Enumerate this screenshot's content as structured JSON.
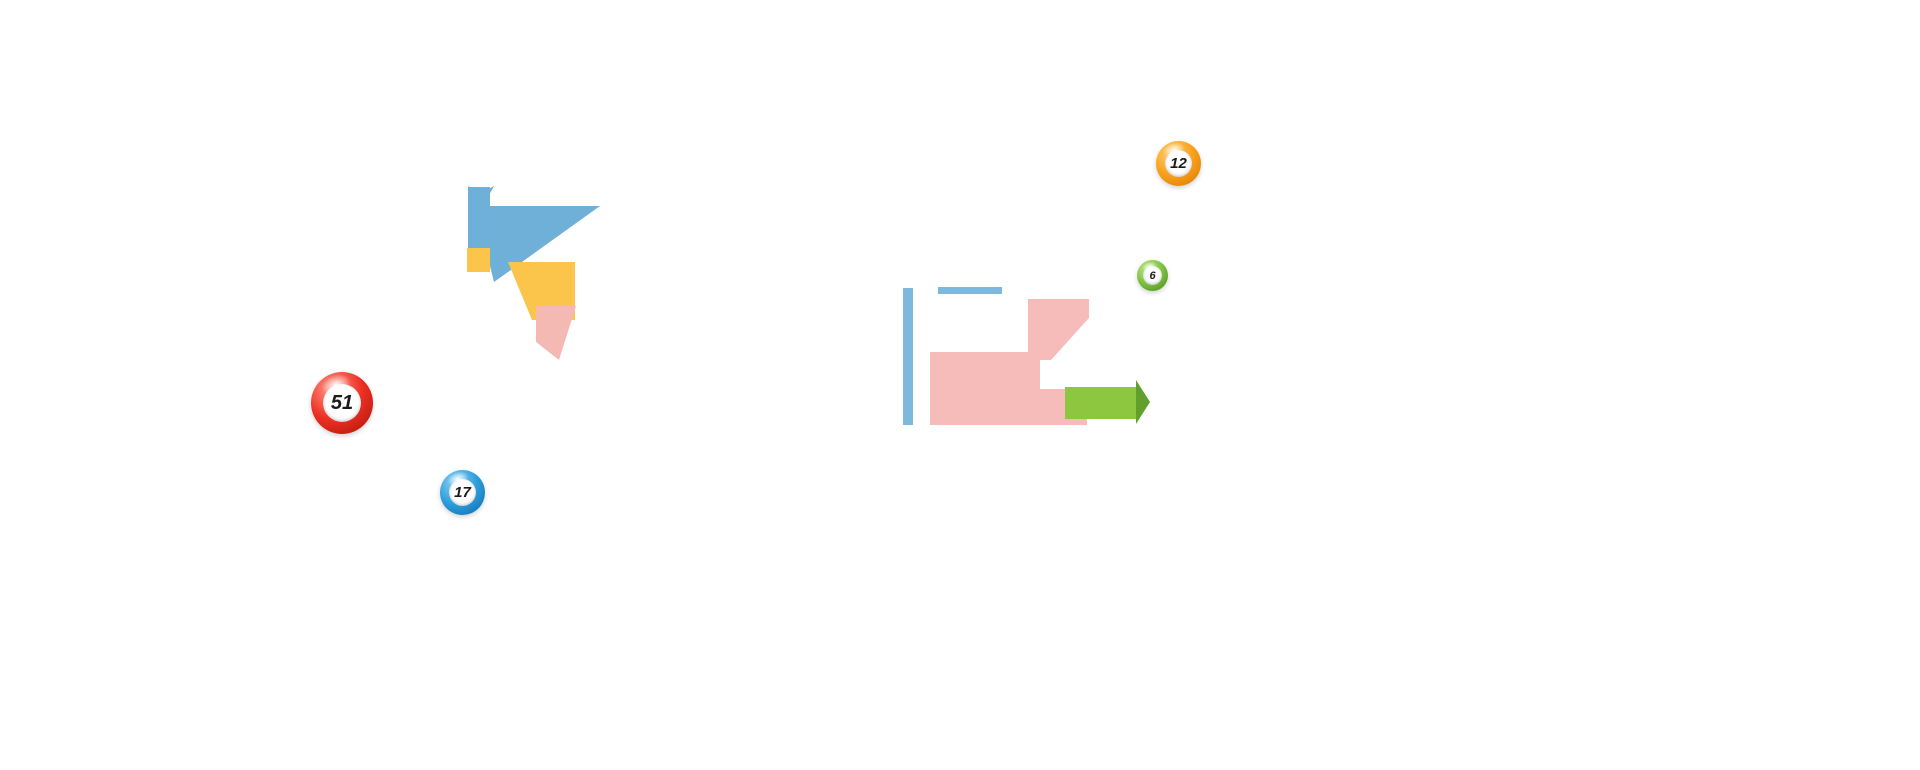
{
  "page": {
    "background_color": "#ffffff"
  },
  "balls": [
    {
      "id": "red-ball",
      "number": "51",
      "highlight": "#ff9d8f",
      "base": "#ee3124",
      "shadow": "#a81205",
      "inner": "#ffffff",
      "number_color": "#1a1a1a"
    },
    {
      "id": "blue-ball",
      "number": "17",
      "highlight": "#8fd4f5",
      "base": "#2d9fdc",
      "shadow": "#0c66ad",
      "inner": "#ffffff",
      "number_color": "#1a1a1a"
    },
    {
      "id": "orange-ball",
      "number": "12",
      "highlight": "#ffd27a",
      "base": "#f9a11b",
      "shadow": "#d87700",
      "inner": "#ffffff",
      "number_color": "#1a1a1a"
    },
    {
      "id": "green-ball",
      "number": "6",
      "highlight": "#c2e98a",
      "base": "#7dc242",
      "shadow": "#48881c",
      "inner": "#ffffff",
      "number_color": "#1a1a1a"
    }
  ],
  "left_illustration": {
    "blue": "#6fb0d8",
    "yellow": "#fbc54c",
    "pink": "#f5b9b4"
  },
  "right_graphic": {
    "blue_bar": "#7cb9dd",
    "pink": "#f5bcba",
    "green": "#8dc63f",
    "green_dark": "#61a02c"
  }
}
